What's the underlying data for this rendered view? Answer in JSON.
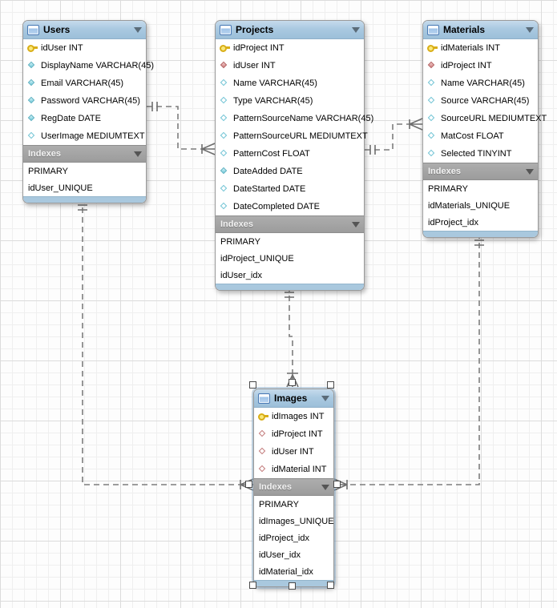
{
  "app": "MySQL Workbench EER Diagram",
  "colors": {
    "table_header_blue": "#aac9e1",
    "indexes_header_gray": "#9c9c9c",
    "table_footer_blue": "#a9c8de",
    "connector_gray": "#7d7d7d",
    "primary_key_yellow": "#d9ae17",
    "column_cyan": "#6fc9da",
    "foreign_key_red": "#cf7f7f",
    "grid_line": "#efefef"
  },
  "icons": {
    "collapse_arrow": "triangle-down",
    "table_icon": "table-grid",
    "selection_handle": "square"
  },
  "tables": [
    {
      "title": "Users",
      "indexes_label": "Indexes",
      "fields": [
        {
          "label": "idUser INT",
          "icon": "key"
        },
        {
          "label": "DisplayName VARCHAR(45)",
          "icon": "diamond-filled"
        },
        {
          "label": "Email VARCHAR(45)",
          "icon": "diamond-filled"
        },
        {
          "label": "Password VARCHAR(45)",
          "icon": "diamond-filled"
        },
        {
          "label": "RegDate DATE",
          "icon": "diamond-filled"
        },
        {
          "label": "UserImage MEDIUMTEXT",
          "icon": "diamond-open"
        }
      ],
      "indexes": [
        "PRIMARY",
        "idUser_UNIQUE"
      ]
    },
    {
      "title": "Projects",
      "indexes_label": "Indexes",
      "fields": [
        {
          "label": "idProject INT",
          "icon": "key"
        },
        {
          "label": "idUser INT",
          "icon": "diamond-red-filled"
        },
        {
          "label": "Name VARCHAR(45)",
          "icon": "diamond-open"
        },
        {
          "label": "Type VARCHAR(45)",
          "icon": "diamond-open"
        },
        {
          "label": "PatternSourceName VARCHAR(45)",
          "icon": "diamond-open"
        },
        {
          "label": "PatternSourceURL MEDIUMTEXT",
          "icon": "diamond-open"
        },
        {
          "label": "PatternCost FLOAT",
          "icon": "diamond-open"
        },
        {
          "label": "DateAdded DATE",
          "icon": "diamond-filled"
        },
        {
          "label": "DateStarted DATE",
          "icon": "diamond-open"
        },
        {
          "label": "DateCompleted DATE",
          "icon": "diamond-open"
        }
      ],
      "indexes": [
        "PRIMARY",
        "idProject_UNIQUE",
        "idUser_idx"
      ]
    },
    {
      "title": "Materials",
      "indexes_label": "Indexes",
      "fields": [
        {
          "label": "idMaterials INT",
          "icon": "key"
        },
        {
          "label": "idProject INT",
          "icon": "diamond-red-filled"
        },
        {
          "label": "Name VARCHAR(45)",
          "icon": "diamond-open"
        },
        {
          "label": "Source VARCHAR(45)",
          "icon": "diamond-open"
        },
        {
          "label": "SourceURL MEDIUMTEXT",
          "icon": "diamond-open"
        },
        {
          "label": "MatCost FLOAT",
          "icon": "diamond-open"
        },
        {
          "label": "Selected TINYINT",
          "icon": "diamond-open"
        }
      ],
      "indexes": [
        "PRIMARY",
        "idMaterials_UNIQUE",
        "idProject_idx"
      ]
    },
    {
      "title": "Images",
      "indexes_label": "Indexes",
      "fields": [
        {
          "label": "idImages INT",
          "icon": "key"
        },
        {
          "label": "idProject INT",
          "icon": "diamond-red-open"
        },
        {
          "label": "idUser INT",
          "icon": "diamond-red-open"
        },
        {
          "label": "idMaterial INT",
          "icon": "diamond-red-open"
        }
      ],
      "indexes": [
        "PRIMARY",
        "idImages_UNIQUE",
        "idProject_idx",
        "idUser_idx",
        "idMaterial_idx"
      ]
    }
  ],
  "relationships": [
    {
      "name": "users-projects",
      "type": "one-to-many non-identifying"
    },
    {
      "name": "projects-materials",
      "type": "one-to-many non-identifying"
    },
    {
      "name": "users-images",
      "type": "one-to-many non-identifying"
    },
    {
      "name": "projects-images",
      "type": "one-to-many non-identifying"
    },
    {
      "name": "materials-images",
      "type": "one-to-many non-identifying"
    }
  ]
}
